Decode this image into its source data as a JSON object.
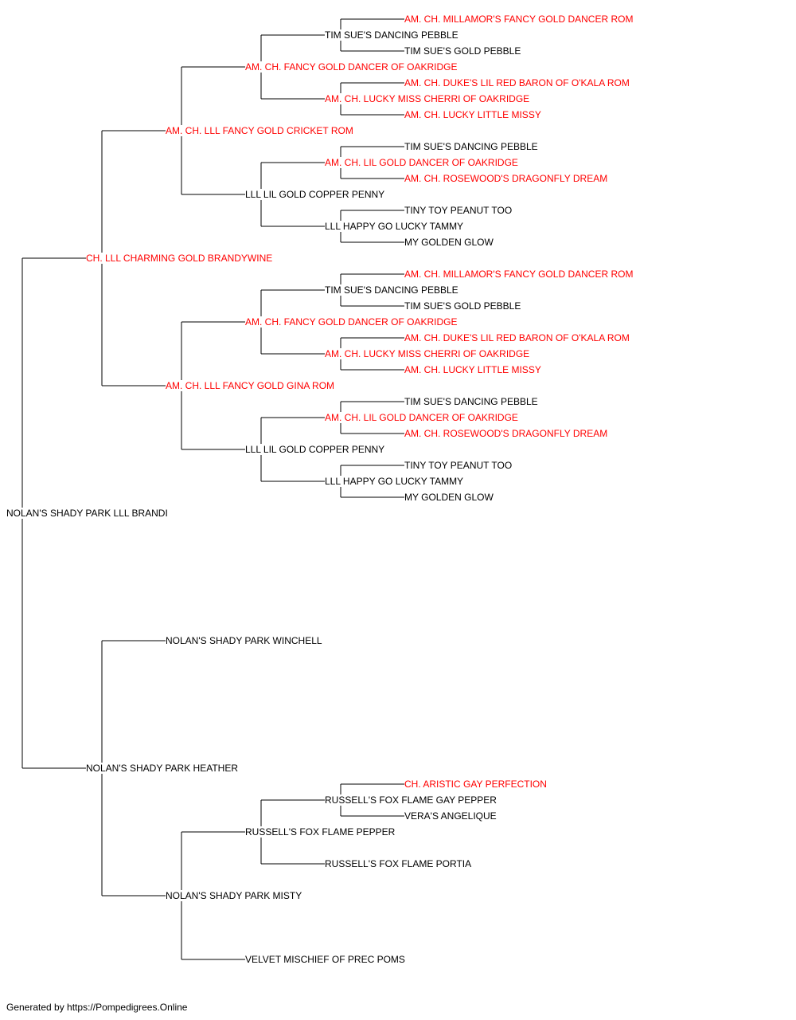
{
  "colors": {
    "champion": "#ff0000",
    "normal": "#000000",
    "line": "#000000"
  },
  "pedigree": {
    "name": "NOLAN'S SHADY PARK LLL BRANDI",
    "champ": false,
    "sire": {
      "name": "CH. LLL CHARMING GOLD BRANDYWINE",
      "champ": true,
      "sire": {
        "name": "AM. CH. LLL FANCY GOLD CRICKET ROM",
        "champ": true,
        "sire": {
          "name": "AM. CH. FANCY GOLD DANCER OF OAKRIDGE",
          "champ": true,
          "sire": {
            "name": "TIM SUE'S DANCING PEBBLE",
            "champ": false,
            "sire": {
              "name": "AM. CH. MILLAMOR'S FANCY GOLD DANCER ROM",
              "champ": true
            },
            "dam": {
              "name": "TIM SUE'S GOLD PEBBLE",
              "champ": false
            }
          },
          "dam": {
            "name": "AM. CH. LUCKY MISS CHERRI OF OAKRIDGE",
            "champ": true,
            "sire": {
              "name": "AM. CH. DUKE'S LIL RED BARON OF O'KALA ROM",
              "champ": true
            },
            "dam": {
              "name": "AM. CH. LUCKY LITTLE MISSY",
              "champ": true
            }
          }
        },
        "dam": {
          "name": "LLL LIL GOLD COPPER PENNY",
          "champ": false,
          "sire": {
            "name": "AM. CH. LIL GOLD DANCER OF OAKRIDGE",
            "champ": true,
            "sire": {
              "name": "TIM SUE'S DANCING PEBBLE",
              "champ": false
            },
            "dam": {
              "name": "AM. CH. ROSEWOOD'S DRAGONFLY DREAM",
              "champ": true
            }
          },
          "dam": {
            "name": "LLL HAPPY GO LUCKY TAMMY",
            "champ": false,
            "sire": {
              "name": "TINY TOY PEANUT TOO",
              "champ": false
            },
            "dam": {
              "name": "MY GOLDEN GLOW",
              "champ": false
            }
          }
        }
      },
      "dam": {
        "name": "AM. CH. LLL FANCY GOLD GINA ROM",
        "champ": true,
        "sire": {
          "name": "AM. CH. FANCY GOLD DANCER OF OAKRIDGE",
          "champ": true,
          "sire": {
            "name": "TIM SUE'S DANCING PEBBLE",
            "champ": false,
            "sire": {
              "name": "AM. CH. MILLAMOR'S FANCY GOLD DANCER ROM",
              "champ": true
            },
            "dam": {
              "name": "TIM SUE'S GOLD PEBBLE",
              "champ": false
            }
          },
          "dam": {
            "name": "AM. CH. LUCKY MISS CHERRI OF OAKRIDGE",
            "champ": true,
            "sire": {
              "name": "AM. CH. DUKE'S LIL RED BARON OF O'KALA ROM",
              "champ": true
            },
            "dam": {
              "name": "AM. CH. LUCKY LITTLE MISSY",
              "champ": true
            }
          }
        },
        "dam": {
          "name": "LLL LIL GOLD COPPER PENNY",
          "champ": false,
          "sire": {
            "name": "AM. CH. LIL GOLD DANCER OF OAKRIDGE",
            "champ": true,
            "sire": {
              "name": "TIM SUE'S DANCING PEBBLE",
              "champ": false
            },
            "dam": {
              "name": "AM. CH. ROSEWOOD'S DRAGONFLY DREAM",
              "champ": true
            }
          },
          "dam": {
            "name": "LLL HAPPY GO LUCKY TAMMY",
            "champ": false,
            "sire": {
              "name": "TINY TOY PEANUT TOO",
              "champ": false
            },
            "dam": {
              "name": "MY GOLDEN GLOW",
              "champ": false
            }
          }
        }
      }
    },
    "dam": {
      "name": "NOLAN'S SHADY PARK HEATHER",
      "champ": false,
      "sire": {
        "name": "NOLAN'S SHADY PARK WINCHELL",
        "champ": false
      },
      "dam": {
        "name": "NOLAN'S SHADY PARK MISTY",
        "champ": false,
        "sire": {
          "name": "RUSSELL'S FOX FLAME PEPPER",
          "champ": false,
          "sire": {
            "name": "RUSSELL'S FOX FLAME GAY PEPPER",
            "champ": false,
            "sire": {
              "name": "CH. ARISTIC GAY PERFECTION",
              "champ": true
            },
            "dam": {
              "name": "VERA'S ANGELIQUE",
              "champ": false
            }
          },
          "dam": {
            "name": "RUSSELL'S FOX FLAME PORTIA",
            "champ": false
          }
        },
        "dam": {
          "name": "VELVET MISCHIEF OF PREC POMS",
          "champ": false
        }
      }
    }
  },
  "footer": "Generated by https://Pompedigrees.Online"
}
